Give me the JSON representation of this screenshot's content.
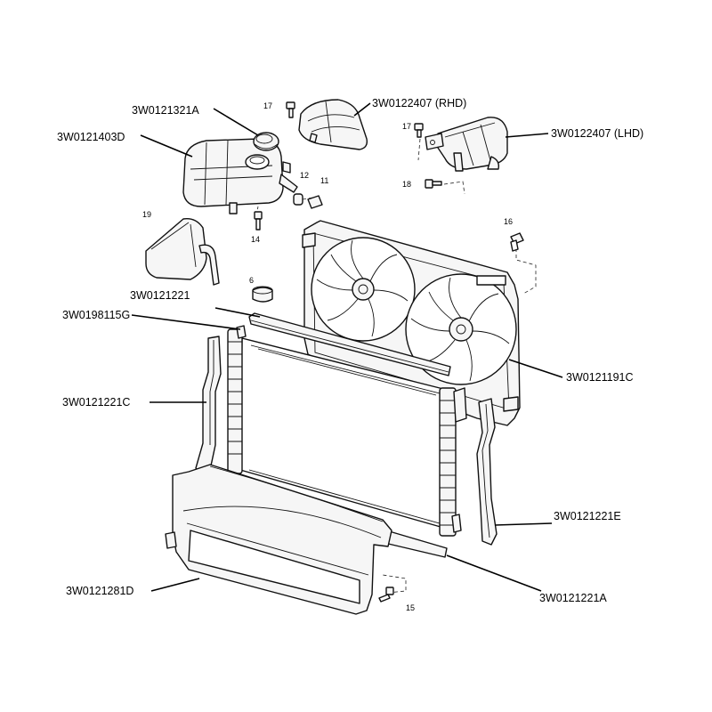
{
  "callouts": {
    "c_3W0121321A": "3W0121321A",
    "c_3W0121403D": "3W0121403D",
    "c_3W0122407_RHD": "3W0122407 (RHD)",
    "c_3W0122407_LHD": "3W0122407 (LHD)",
    "c_3W0121221": "3W0121221",
    "c_3W0198115G": "3W0198115G",
    "c_3W0121221C": "3W0121221C",
    "c_3W0121191C": "3W0121191C",
    "c_3W0121221E": "3W0121221E",
    "c_3W0121281D": "3W0121281D",
    "c_3W0121221A": "3W0121221A"
  },
  "item_numbers": {
    "n17a": "17",
    "n17b": "17",
    "n18": "18",
    "n12": "12",
    "n11": "11",
    "n14": "14",
    "n19": "19",
    "n6": "6",
    "n16": "16",
    "n15": "15"
  },
  "colors": {
    "line": "#111111",
    "fill": "#f6f6f6",
    "background": "#ffffff"
  }
}
